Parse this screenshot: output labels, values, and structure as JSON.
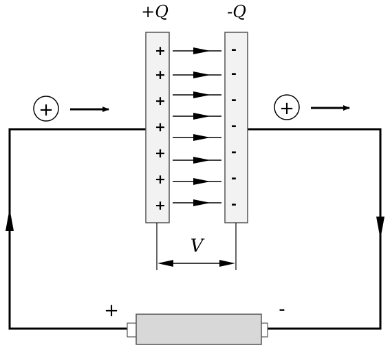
{
  "plates": {
    "left_label": "+Q",
    "right_label": "-Q",
    "left_sign": "+",
    "right_sign": "-"
  },
  "voltage_label": "V",
  "charge_indicators": {
    "left_symbol": "+",
    "right_symbol": "+"
  },
  "battery": {
    "positive_label": "+",
    "negative_label": "-"
  },
  "colors": {
    "plate_fill": "#f2f2f2",
    "battery_fill": "#d8d8d8",
    "stroke": "#000000"
  }
}
